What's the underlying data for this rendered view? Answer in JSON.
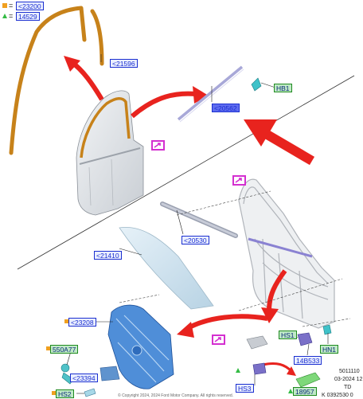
{
  "legend": [
    {
      "symbol": "square",
      "color": "#f0a020",
      "equals": "=",
      "code": "<23200"
    },
    {
      "symbol": "triangle",
      "color": "#33bb44",
      "equals": "=",
      "code": "14529"
    }
  ],
  "callouts": {
    "c21596": "<21596",
    "c20562": "<20562",
    "hb1": "HB1",
    "c20530": "<20530",
    "c21410": "<21410",
    "c23208": "<23208",
    "c550a77": "550A77",
    "c23394": "<23394",
    "hs2": "HS2",
    "hs1": "HS1",
    "c14b533": "14B533",
    "hn1": "HN1",
    "hs3": "HS3",
    "c18957": "18957"
  },
  "footer": {
    "ref1": "5011110",
    "ref2": "03-2024 12",
    "ref3": "TD",
    "ref4": "K 0392530 0",
    "copyright": "© Copyright 2024, 2024 Ford Motor Company. All rights reserved."
  },
  "icons": [
    "link-icon",
    "link-icon",
    "link-icon"
  ],
  "colors": {
    "accent": "#e8231e",
    "callout_blue": "#1b2fd0",
    "callout_green": "#1f8a1f",
    "link_magenta": "#d42fd0",
    "weatherstrip": "#c7821a"
  }
}
